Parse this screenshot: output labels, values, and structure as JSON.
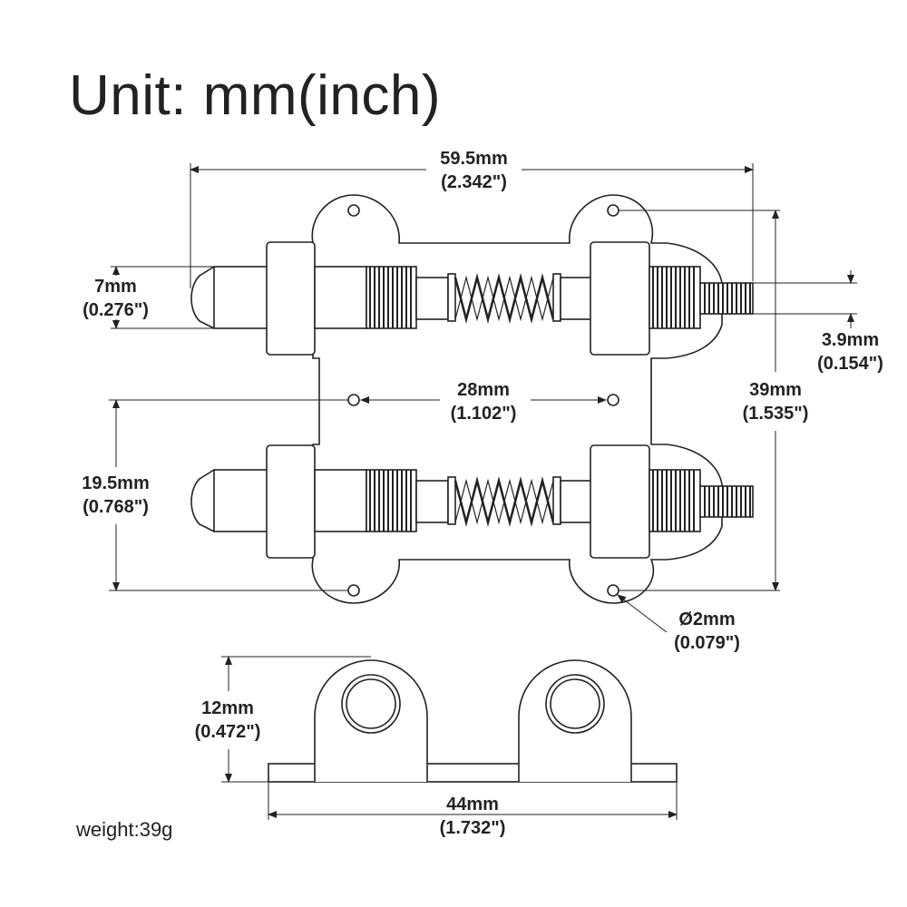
{
  "title": "Unit: mm(inch)",
  "weight": "weight:39g",
  "dimensions": {
    "overall_width": {
      "mm": "59.5mm",
      "inch": "(2.342\")"
    },
    "pin_diameter": {
      "mm": "7mm",
      "inch": "(0.276\")"
    },
    "thread_diameter": {
      "mm": "3.9mm",
      "inch": "(0.154\")"
    },
    "hole_spacing": {
      "mm": "28mm",
      "inch": "(1.102\")"
    },
    "overall_height": {
      "mm": "39mm",
      "inch": "(1.535\")"
    },
    "pin_spacing": {
      "mm": "19.5mm",
      "inch": "(0.768\")"
    },
    "hole_diameter": {
      "mm": "Ø2mm",
      "inch": "(0.079\")"
    },
    "side_height": {
      "mm": "12mm",
      "inch": "(0.472\")"
    },
    "base_width": {
      "mm": "44mm",
      "inch": "(1.732\")"
    }
  }
}
